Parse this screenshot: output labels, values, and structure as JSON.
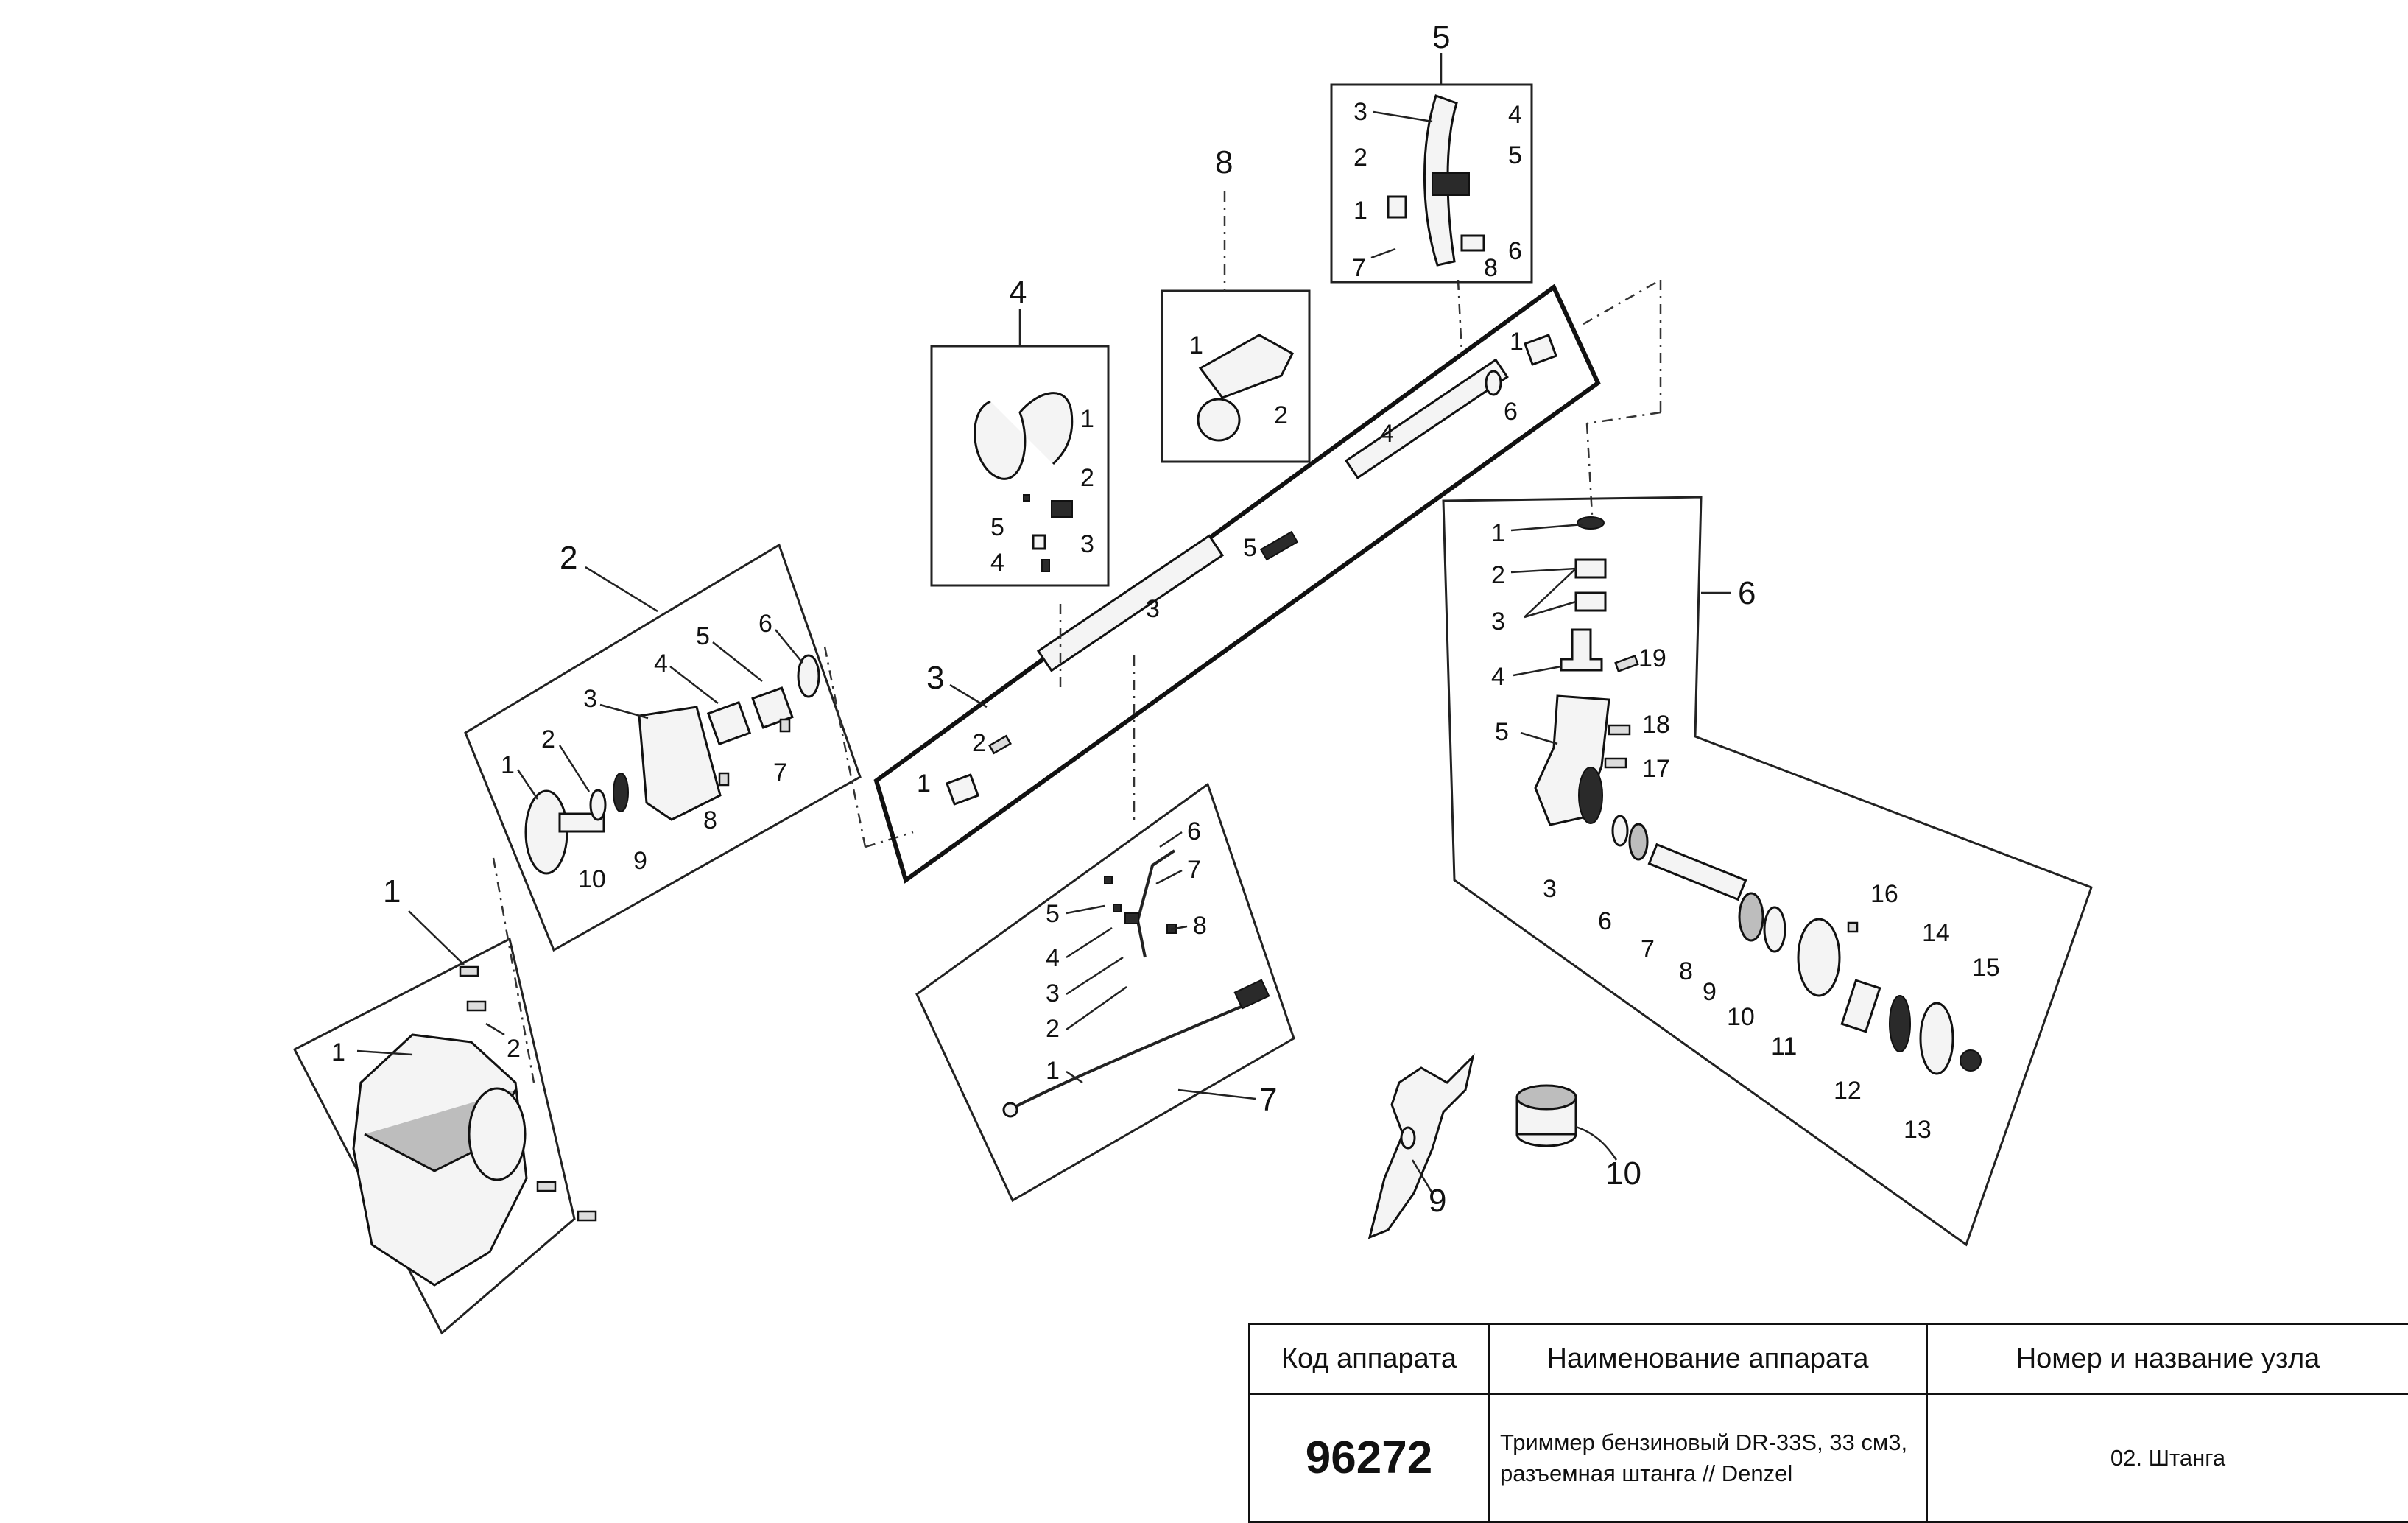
{
  "diagram": {
    "group_labels": [
      "1",
      "2",
      "3",
      "4",
      "5",
      "6",
      "7",
      "8",
      "9",
      "10"
    ],
    "group1_parts": [
      "1",
      "2"
    ],
    "group2_parts": [
      "1",
      "2",
      "3",
      "4",
      "5",
      "6",
      "7",
      "8",
      "9",
      "10"
    ],
    "group3_parts": [
      "1",
      "2",
      "3",
      "4",
      "5",
      "6",
      "1"
    ],
    "group4_parts": [
      "1",
      "2",
      "3",
      "4",
      "5"
    ],
    "group5_parts": [
      "1",
      "2",
      "3",
      "4",
      "5",
      "6",
      "7",
      "8"
    ],
    "group6_parts": [
      "1",
      "2",
      "3",
      "4",
      "5",
      "3",
      "6",
      "7",
      "8",
      "9",
      "10",
      "11",
      "12",
      "13",
      "14",
      "15",
      "16",
      "17",
      "18",
      "19"
    ],
    "group7_parts": [
      "1",
      "2",
      "3",
      "4",
      "5",
      "6",
      "7",
      "8"
    ],
    "group8_parts": [
      "1",
      "2"
    ]
  },
  "info_table": {
    "headers": [
      "Код аппарата",
      "Наименование аппарата",
      "Номер и название узла"
    ],
    "code": "96272",
    "name": "Триммер бензиновый DR-33S, 33 см3, разъемная штанга // Denzel",
    "unit": "02. Штанга"
  }
}
